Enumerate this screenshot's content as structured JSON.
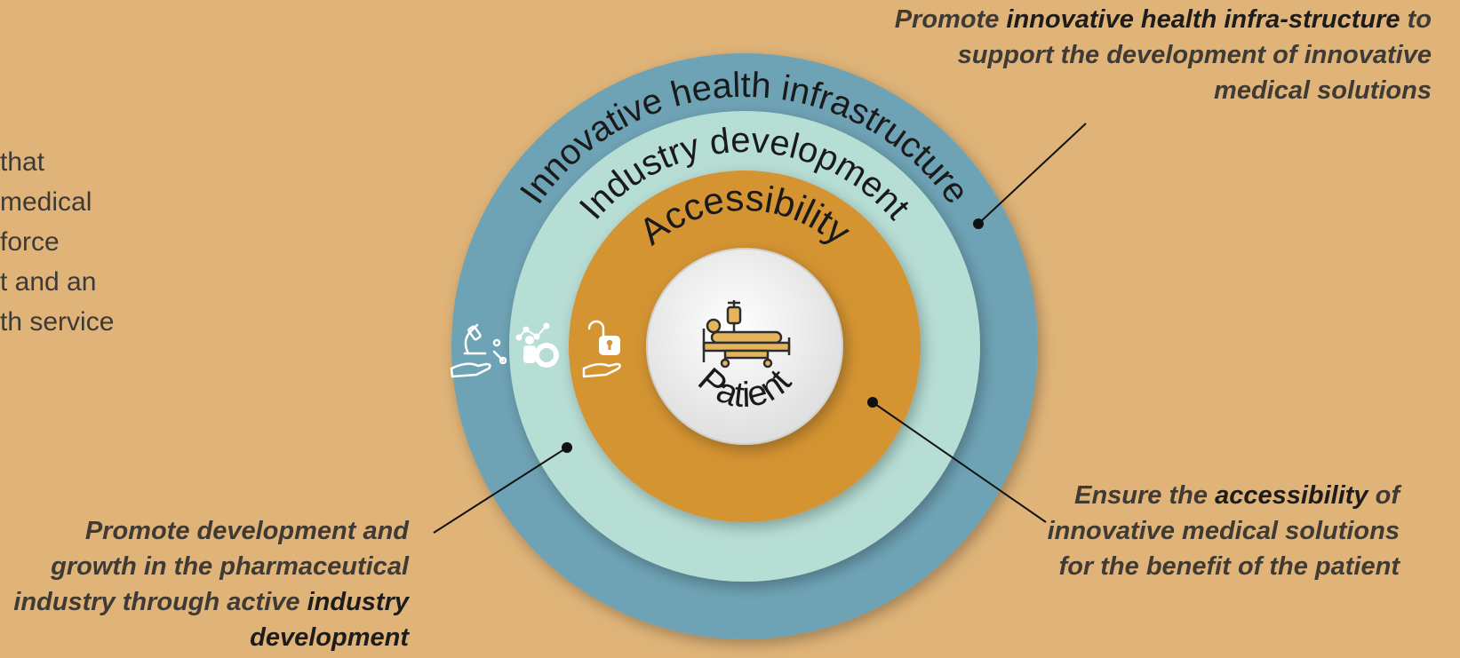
{
  "rings": {
    "outer_label": "Innovative health infrastructure",
    "middle_label": "Industry development",
    "inner_label": "Accessibility",
    "center_label": "Patient"
  },
  "colors": {
    "background": "#e0b478",
    "outer_ring": "#6ea3b5",
    "middle_ring": "#b7ded5",
    "inner_ring": "#d49433",
    "center": "#f2f2f2",
    "pointer": "#111111"
  },
  "icons": {
    "outer": "microscope-hand-icon",
    "middle": "person-gear-icon",
    "inner": "unlock-hand-icon",
    "center": "patient-bed-icon"
  },
  "left_text": {
    "line1": "that",
    "line2": "medical",
    "line3": "force",
    "line4": "t and an",
    "line5": "th service"
  },
  "callouts": {
    "infra": {
      "part1": "Promote ",
      "emphasis": "innovative health infra-structure",
      "part2": " to support the development of innovative medical solutions"
    },
    "access": {
      "part1": "Ensure the ",
      "emphasis": "accessibility",
      "part2": " of innovative medical solutions for the benefit of the patient"
    },
    "industry": {
      "part1": "Promote development and growth in the pharmaceutical industry through active ",
      "emphasis": "industry development",
      "part2": ""
    }
  }
}
